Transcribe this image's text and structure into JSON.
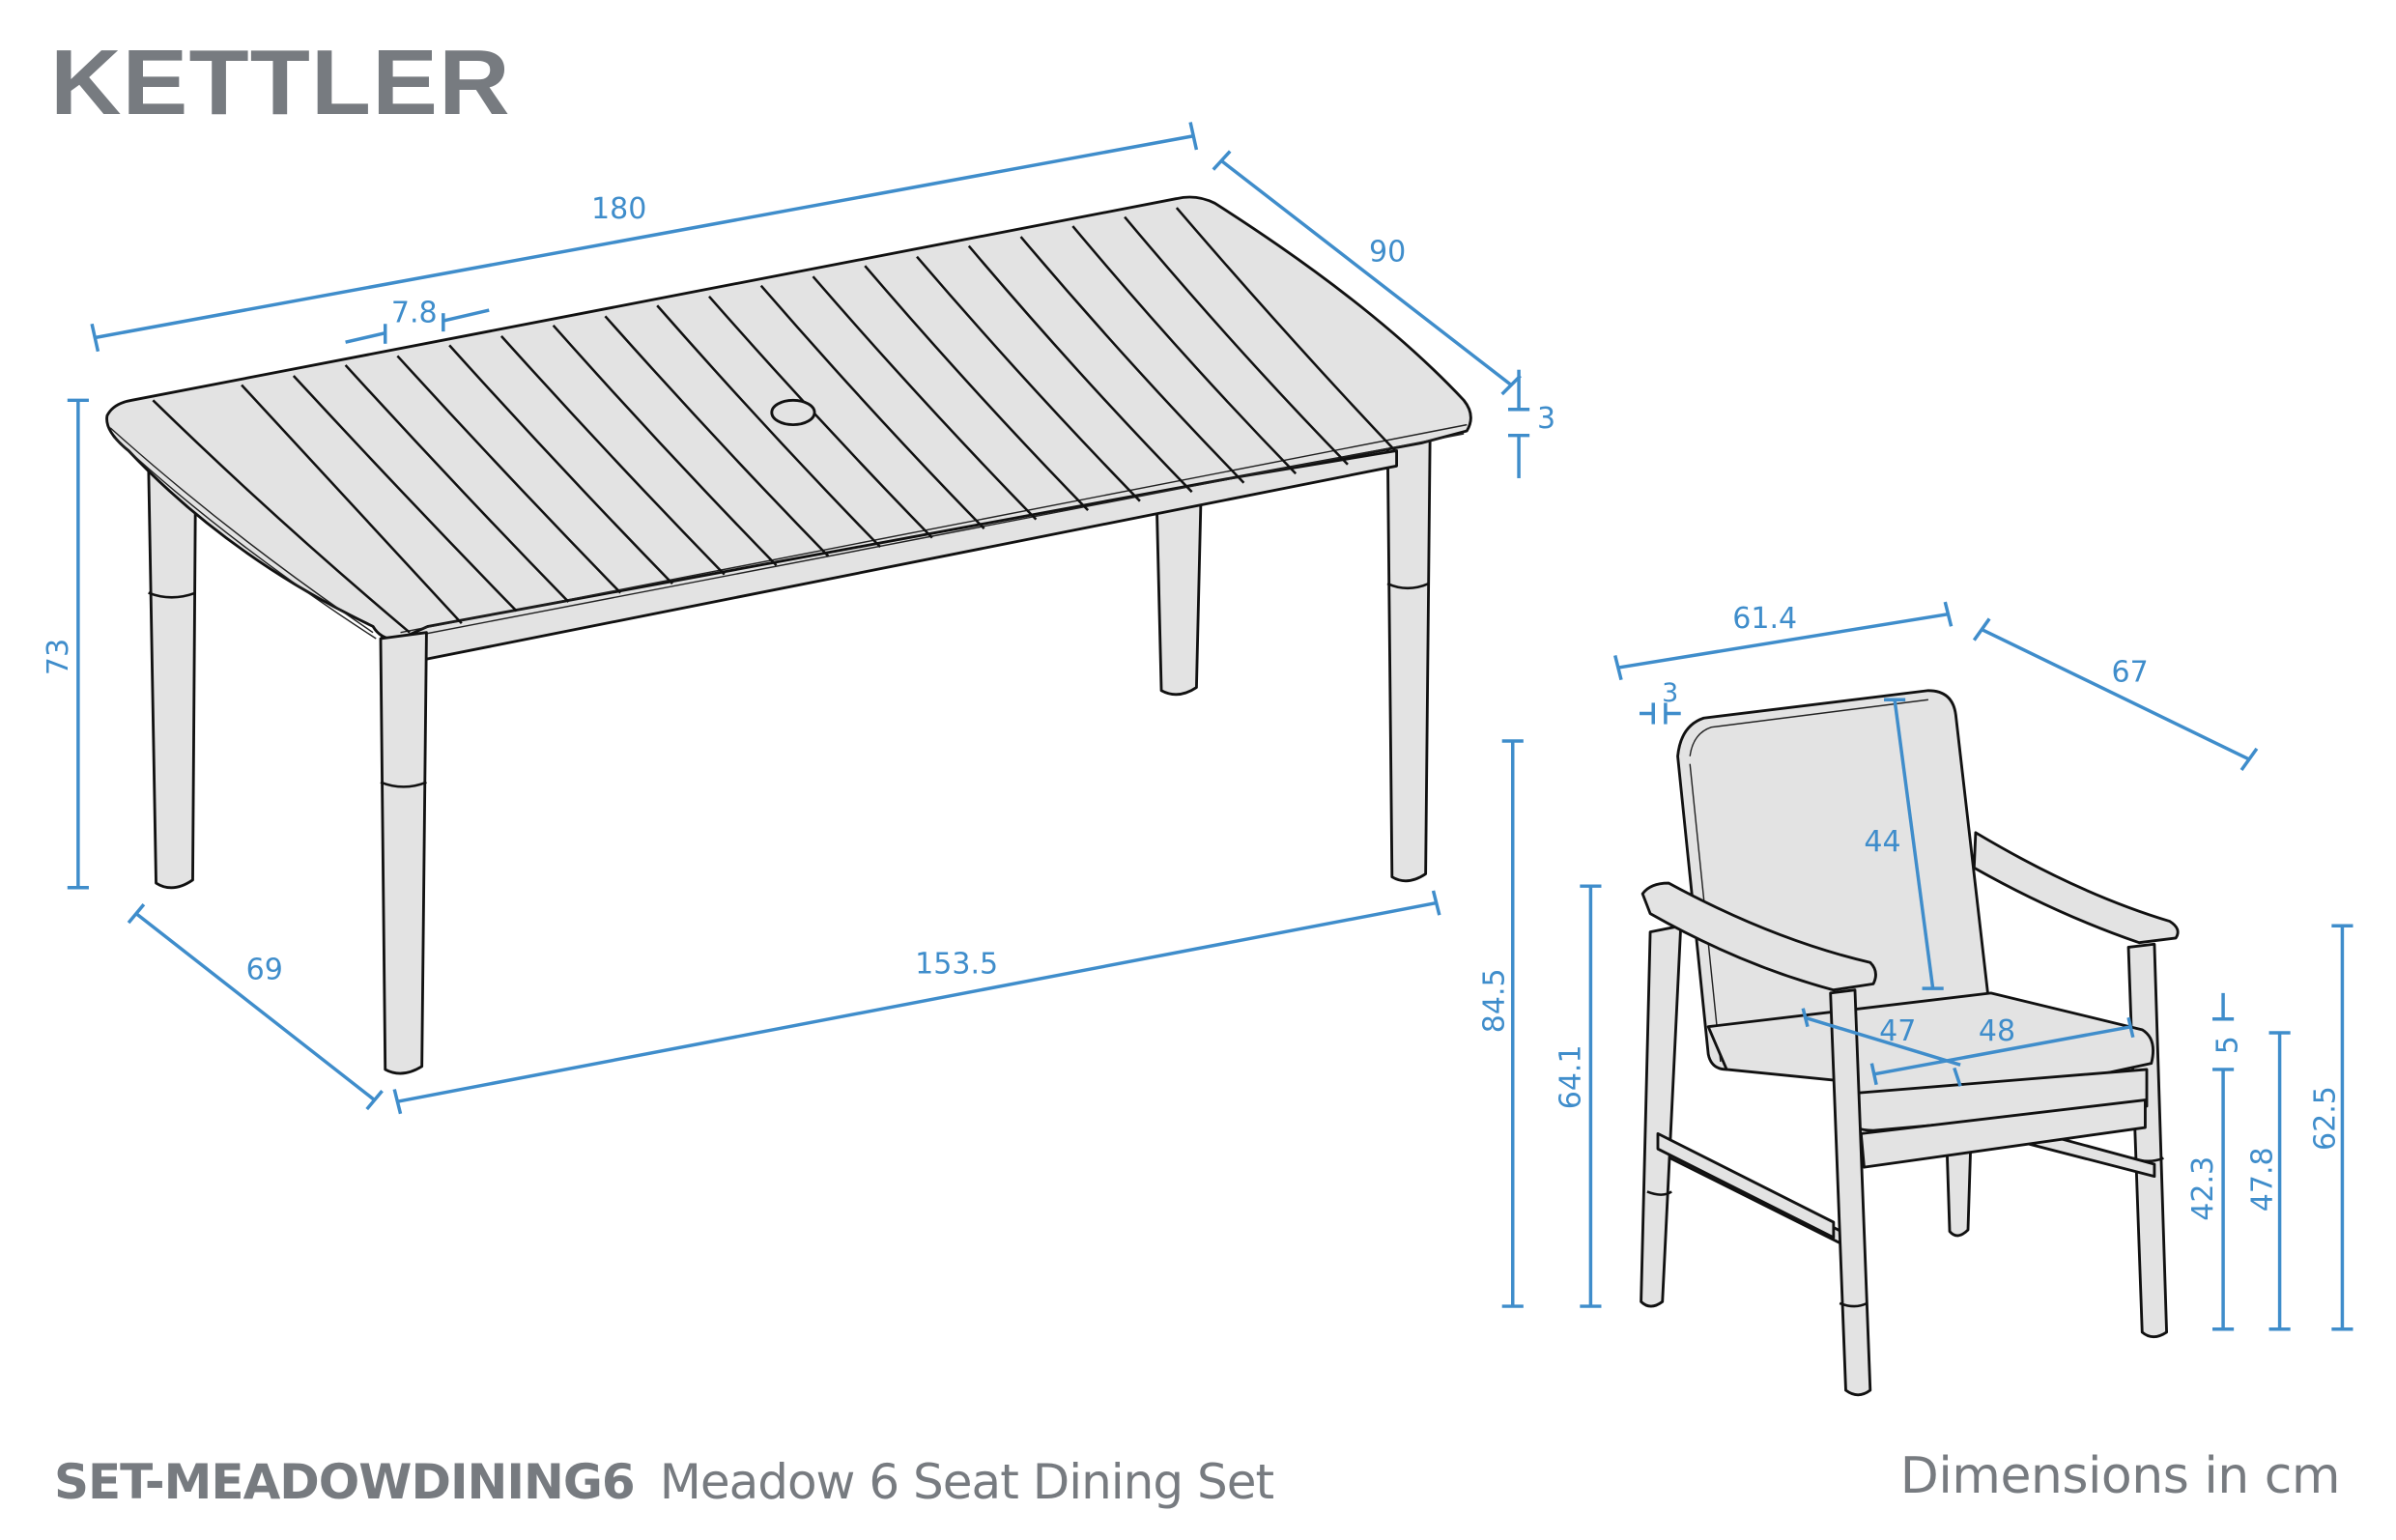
{
  "brand": {
    "logo_text": "KETTLER"
  },
  "footer": {
    "product_code": "SET-MEADOWDINING6",
    "product_name": "Meadow 6 Seat Dining Set",
    "units_note": "Dimensions in cm"
  },
  "colors": {
    "dimension_blue": "#3f8dcb",
    "text_grey": "#777b80",
    "furniture_fill": "#e3e3e3",
    "outline": "#111111"
  },
  "table": {
    "name": "Dining table",
    "dimensions": {
      "length": "180",
      "width": "90",
      "top_thickness": "3",
      "slat_width": "7.8",
      "height": "73",
      "leg_span_depth": "69",
      "leg_span_length": "153.5"
    }
  },
  "chair": {
    "name": "Dining armchair",
    "dimensions": {
      "width": "61.4",
      "depth": "67",
      "frame_thickness": "3",
      "back_cushion_height": "44",
      "seat_depth": "47",
      "seat_width": "48",
      "overall_height": "84.5",
      "arm_height": "64.1",
      "seat_cushion_thickness": "5",
      "seat_height": "42.3",
      "seat_height_with_cushion": "47.8",
      "arm_height_front": "62.5"
    }
  }
}
